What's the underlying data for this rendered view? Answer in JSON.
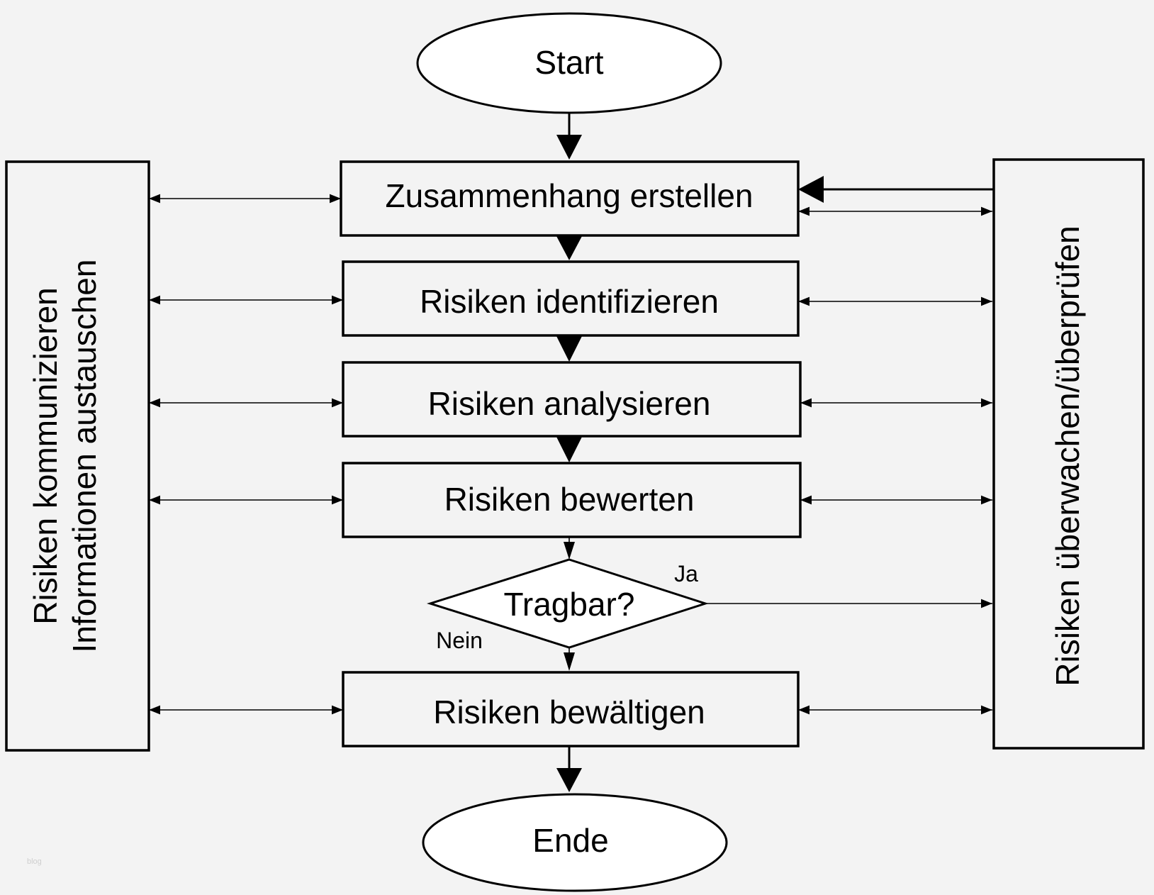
{
  "start": "Start",
  "end": "Ende",
  "steps": {
    "context": "Zusammenhang erstellen",
    "identify": "Risiken identifizieren",
    "analyze": "Risiken analysieren",
    "evaluate": "Risiken bewerten",
    "treat": "Risiken bewältigen"
  },
  "decision": {
    "question": "Tragbar?",
    "yes": "Ja",
    "no": "Nein"
  },
  "left_panel": {
    "line1": "Risiken kommunizieren",
    "line2": "Informationen austauschen"
  },
  "right_panel": {
    "label": "Risiken überwachen/überprüfen"
  },
  "watermark": "blog"
}
